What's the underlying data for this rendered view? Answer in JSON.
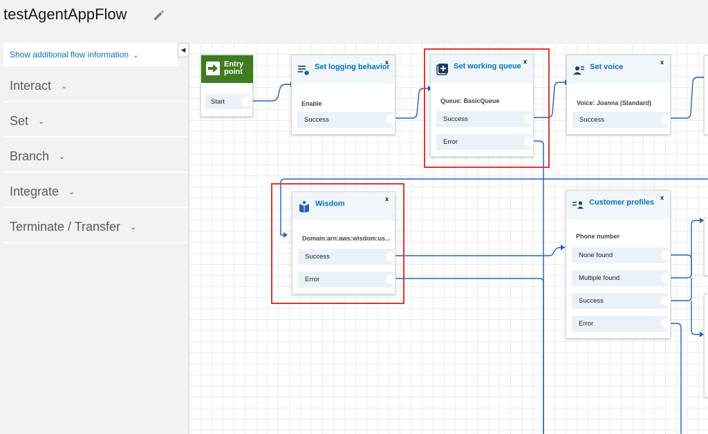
{
  "header": {
    "title": "testAgentAppFlow",
    "edit_icon": "pencil-icon"
  },
  "sidebar": {
    "info_link": "Show additional flow information",
    "collapse_icon": "collapse-left-icon",
    "categories": [
      {
        "label": "Interact"
      },
      {
        "label": "Set"
      },
      {
        "label": "Branch"
      },
      {
        "label": "Integrate"
      },
      {
        "label": "Terminate / Transfer"
      }
    ]
  },
  "canvas": {
    "entry": {
      "label_line1": "Entry",
      "label_line2": "point",
      "start": "Start",
      "color": "#3f7b1f"
    },
    "blocks": {
      "logging": {
        "title": "Set logging behavior",
        "param": "Enable",
        "branches": [
          "Success"
        ]
      },
      "queue": {
        "title": "Set working queue",
        "param": "Queue: BasicQueue",
        "branches": [
          "Success",
          "Error"
        ]
      },
      "voice": {
        "title": "Set voice",
        "param": "Voice: Joanna (Standard)",
        "branches": [
          "Success"
        ]
      },
      "wisdom": {
        "title": "Wisdom",
        "param": "Domain:arn:aws:wisdom:us...",
        "branches": [
          "Success",
          "Error"
        ]
      },
      "profiles": {
        "title": "Customer profiles",
        "param": "Phone number",
        "branches": [
          "None found",
          "Multiple found",
          "Success",
          "Error"
        ]
      }
    },
    "close_label": "x",
    "highlight_color": "#e0322c",
    "wire_color": "#2261b5"
  }
}
